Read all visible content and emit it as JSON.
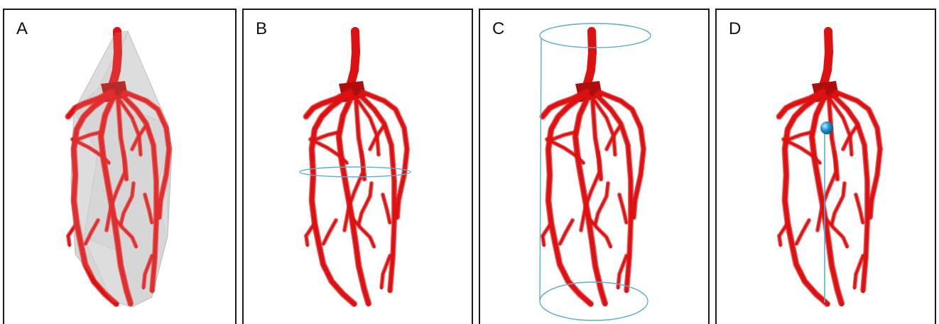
{
  "panels": [
    {
      "label": "A",
      "overlay": "convex-hull"
    },
    {
      "label": "B",
      "overlay": "cross-section-ellipse"
    },
    {
      "label": "C",
      "overlay": "bounding-cylinder"
    },
    {
      "label": "D",
      "overlay": "axis-line-with-sphere"
    }
  ],
  "colors": {
    "vessel": "#dd1111",
    "vessel_dark": "#b00d0d",
    "hull_fill": "#c9c9c9",
    "overlay": "#5aaed0",
    "sphere": "#1d8fcf",
    "border": "#1a1a1a"
  }
}
